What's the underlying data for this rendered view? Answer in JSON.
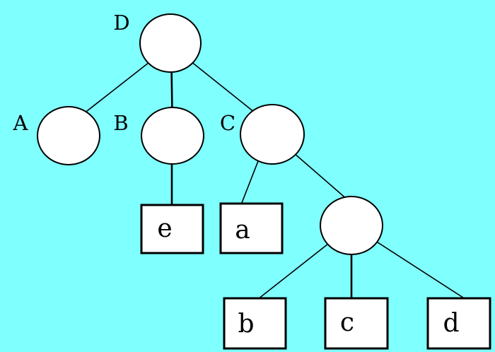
{
  "diagram": {
    "type": "tree",
    "background_color": "#80FFFF",
    "node_fill_color": "#FFFFFF",
    "line_color": "#000000",
    "labels": {
      "node_d": "D",
      "node_a": "A",
      "node_b": "B",
      "node_c": "C",
      "node_internal": "",
      "leaf_e": "e",
      "leaf_a": "a",
      "leaf_b": "b",
      "leaf_c": "c",
      "leaf_d": "d"
    },
    "structure": {
      "root": "D",
      "edges": [
        [
          "D",
          "A"
        ],
        [
          "D",
          "B"
        ],
        [
          "D",
          "C"
        ],
        [
          "B",
          "e"
        ],
        [
          "C",
          "a"
        ],
        [
          "C",
          "internal"
        ],
        [
          "internal",
          "b"
        ],
        [
          "internal",
          "c"
        ],
        [
          "internal",
          "d"
        ]
      ],
      "circle_nodes": [
        "D",
        "A",
        "B",
        "C",
        "internal"
      ],
      "box_leaves": [
        "e",
        "a",
        "b",
        "c",
        "d"
      ]
    }
  }
}
